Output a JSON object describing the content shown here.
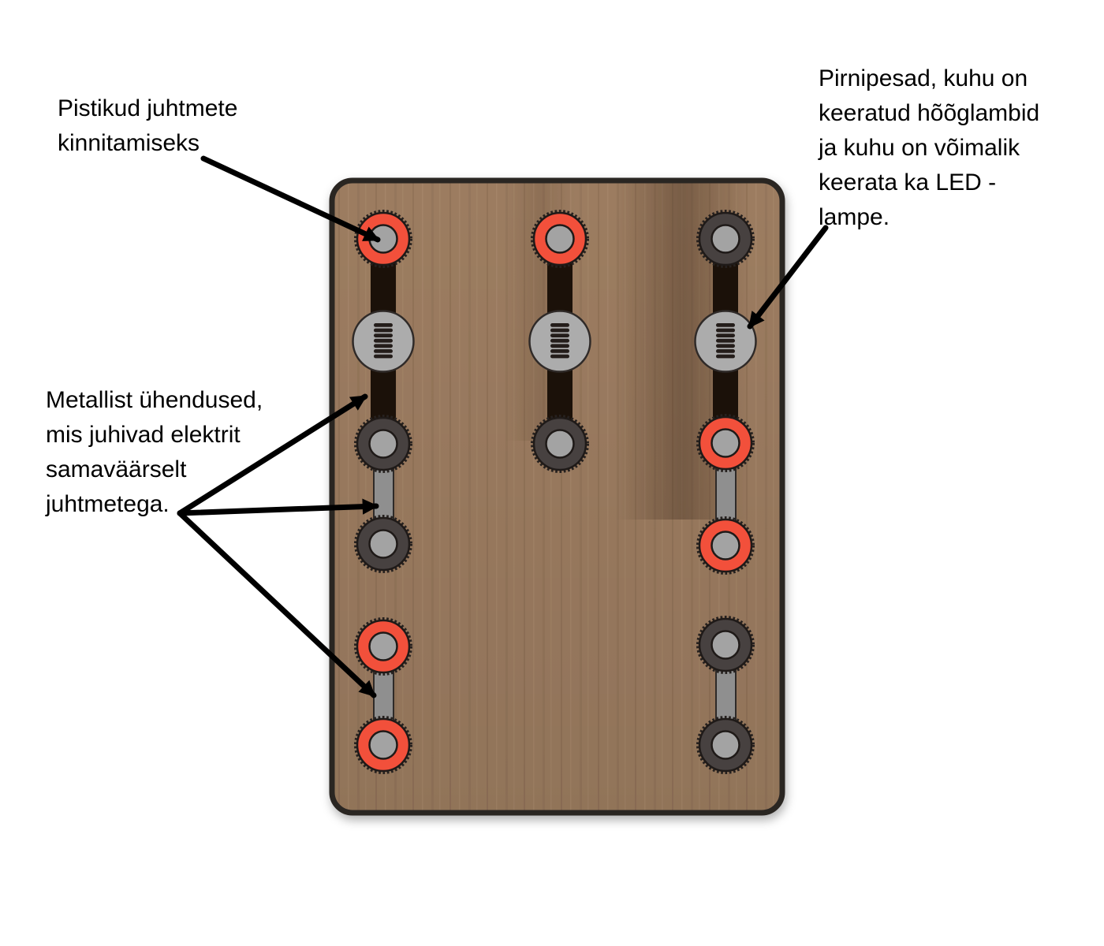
{
  "labels": {
    "plugs": {
      "text": "Pistikud juhtmete\nkinnitamiseks"
    },
    "sockets": {
      "text": "Pirnipesad, kuhu on\nkeeratud hõõglambid\nja kuhu on võimalik\nkeerata ka LED -\nlampe."
    },
    "metal": {
      "text": "Metallist ühendused,\nmis juhivad elektrit\nsamaväärselt\njuhtmetega."
    }
  },
  "board": {
    "material": "wood",
    "columns": [
      {
        "name": "left",
        "parts": [
          "red-binding-post",
          "bulb-socket",
          "dark-binding-post",
          "dark-binding-post",
          "red-binding-post",
          "red-binding-post"
        ]
      },
      {
        "name": "middle",
        "parts": [
          "red-binding-post",
          "bulb-socket",
          "dark-binding-post"
        ]
      },
      {
        "name": "right",
        "parts": [
          "dark-binding-post",
          "bulb-socket",
          "red-binding-post",
          "red-binding-post",
          "dark-binding-post",
          "dark-binding-post"
        ]
      }
    ]
  },
  "colors": {
    "background": "#FFFFFF",
    "red_terminal": "#F2503B",
    "dark_terminal": "#474140",
    "teeth": "#26211F",
    "terminal_center": "#A3A3A3",
    "lamp_socket": "#ACACAC",
    "coil": "#241D1A",
    "black_strap": "#1B1109",
    "gray_strap": "#8F8F8F",
    "wood": "#9C7C60",
    "board_border": "#2B2523",
    "arrow": "#000000"
  }
}
